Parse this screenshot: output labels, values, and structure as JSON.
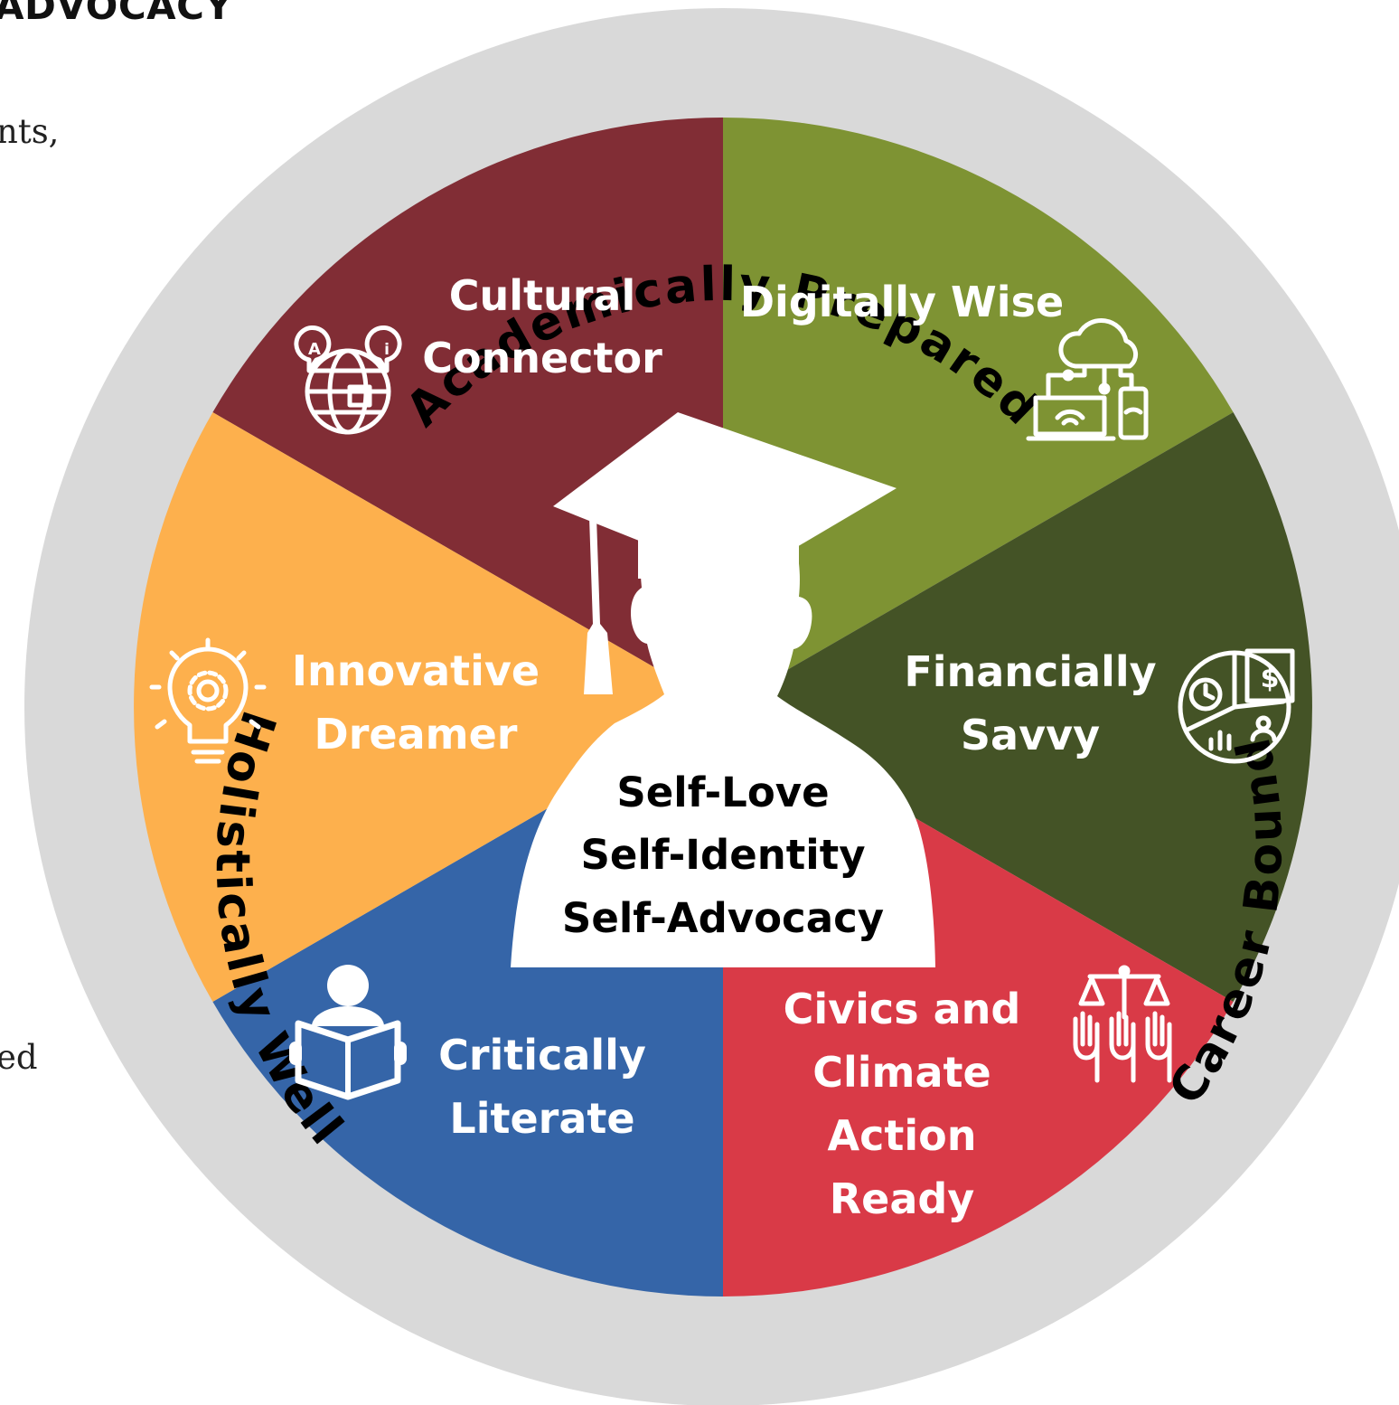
{
  "page": {
    "heading_fragment": "ADVOCACY",
    "text_fragment_top": "nts,",
    "text_fragment_bottom": "ed"
  },
  "outer_ring": {
    "top": "Academically Prepared",
    "left": "Holistically Well",
    "right": "Career Bound",
    "color": "#d9d9d9"
  },
  "segments": [
    {
      "id": "cultural",
      "lines": [
        "Cultural",
        "Connector"
      ],
      "color": "#812d35",
      "icon": "globe-languages-icon"
    },
    {
      "id": "digital",
      "lines": [
        "Digitally Wise"
      ],
      "color": "#7e9333",
      "icon": "cloud-devices-icon"
    },
    {
      "id": "financial",
      "lines": [
        "Financially",
        "Savvy"
      ],
      "color": "#445326",
      "icon": "finance-pie-icon"
    },
    {
      "id": "civics",
      "lines": [
        "Civics and",
        "Climate",
        "Action",
        "Ready"
      ],
      "color": "#d93a47",
      "icon": "justice-scales-hands-icon"
    },
    {
      "id": "literate",
      "lines": [
        "Critically",
        "Literate"
      ],
      "color": "#3565a8",
      "icon": "reader-book-icon"
    },
    {
      "id": "innovative",
      "lines": [
        "Innovative",
        "Dreamer"
      ],
      "color": "#fdb04d",
      "icon": "lightbulb-gear-icon"
    }
  ],
  "center": {
    "lines": [
      "Self-Love",
      "Self-Identity",
      "Self-Advocacy"
    ],
    "icon": "graduate-silhouette-icon"
  }
}
